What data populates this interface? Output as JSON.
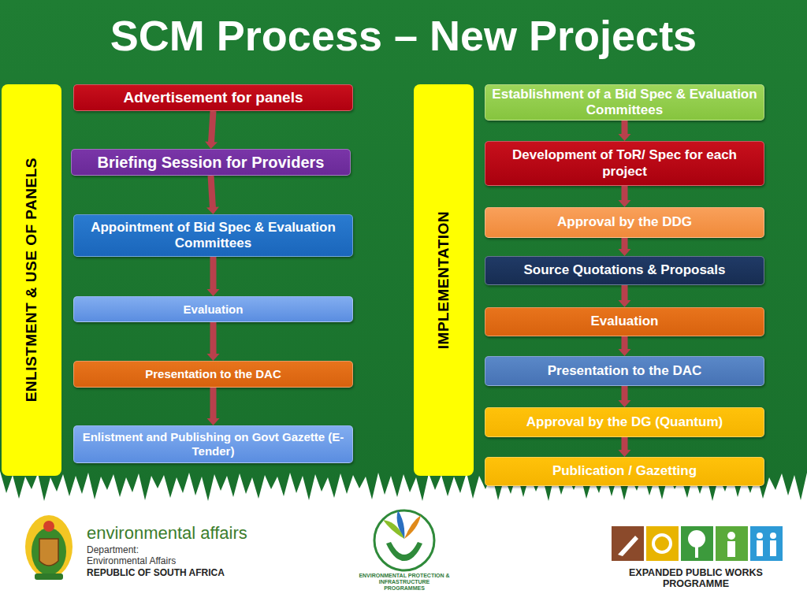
{
  "diagram": {
    "title": "SCM Process – New Projects",
    "nodes": [
      {
        "text": [
          "ENLISTMENT & USE OF PANELS"
        ]
      },
      {
        "text": [
          "Advertisement for panels"
        ]
      },
      {
        "text": [
          "Briefing Session for Providers"
        ]
      },
      {
        "text": [
          "Appointment of Bid Spec & Evaluation Committees"
        ]
      },
      {
        "text": [
          "Evaluation"
        ]
      },
      {
        "text": [
          "Presentation to the DAC"
        ]
      },
      {
        "text": [
          "Enlistment and Publishing on Govt Gazette (E- Tender)"
        ]
      },
      {
        "text": [
          "IMPLEMENTATION"
        ]
      },
      {
        "text": [
          "Establishment of a Bid Spec & Evaluation Committees"
        ]
      },
      {
        "text": [
          "Development of ToR/ Spec for each project"
        ]
      },
      {
        "text": [
          "Approval by the DDG"
        ]
      },
      {
        "text": [
          "Source Quotations & Proposals"
        ]
      },
      {
        "text": [
          "Evaluation"
        ]
      },
      {
        "text": [
          "Presentation to the DAC"
        ]
      },
      {
        "text": [
          "Approval by the DG (Quantum)"
        ]
      },
      {
        "text": [
          "Publication / Gazetting"
        ]
      }
    ],
    "edges": [
      {
        "from": 1,
        "to": 2,
        "arrow": "to"
      },
      {
        "from": 2,
        "to": 3,
        "arrow": "to"
      },
      {
        "from": 3,
        "to": 4,
        "arrow": "to"
      },
      {
        "from": 4,
        "to": 5,
        "arrow": "to"
      },
      {
        "from": 5,
        "to": 6,
        "arrow": "to"
      },
      {
        "from": 8,
        "to": 9,
        "arrow": "to"
      },
      {
        "from": 9,
        "to": 10,
        "arrow": "to"
      },
      {
        "from": 10,
        "to": 11,
        "arrow": "to"
      },
      {
        "from": 11,
        "to": 12,
        "arrow": "to"
      },
      {
        "from": 12,
        "to": 13,
        "arrow": "to"
      },
      {
        "from": 13,
        "to": 14,
        "arrow": "to"
      },
      {
        "from": 14,
        "to": 15,
        "arrow": "to"
      }
    ],
    "labels": [
      "environmental affairs",
      "Department:",
      "Environmental Affairs",
      "REPUBLIC OF SOUTH AFRICA",
      "ENVIRONMENTAL PROTECTION & INFRASTRUCTURE PROGRAMMES",
      "EXPANDED PUBLIC WORKS PROGRAMME"
    ]
  }
}
